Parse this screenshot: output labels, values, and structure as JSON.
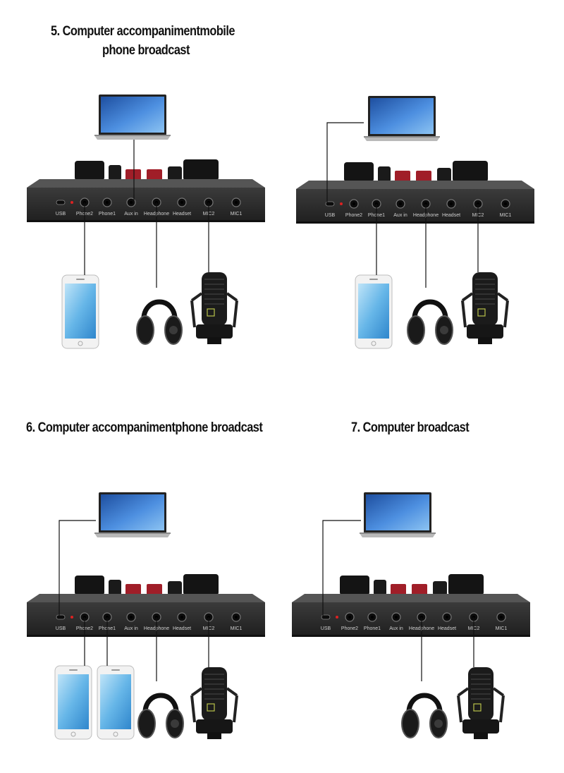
{
  "titles": {
    "section5_line1": "5. Computer accompanimentmobile",
    "section5_line2": "phone broadcast",
    "section6": "6. Computer accompanimentphone broadcast",
    "section7": "7. Computer broadcast"
  },
  "port_labels": [
    "USB",
    "Phone2",
    "Phone1",
    "Aux in",
    "Headphone",
    "Headset",
    "MIC2",
    "MIC1"
  ],
  "colors": {
    "device_body": "#2e2e2e",
    "knob_accent": "#a01e28",
    "laptop_screen": "#3f7fd0",
    "cable": "#111111"
  },
  "icons": [
    "laptop-icon",
    "sound-card-icon",
    "smartphone-icon",
    "headphones-icon",
    "microphone-icon"
  ]
}
